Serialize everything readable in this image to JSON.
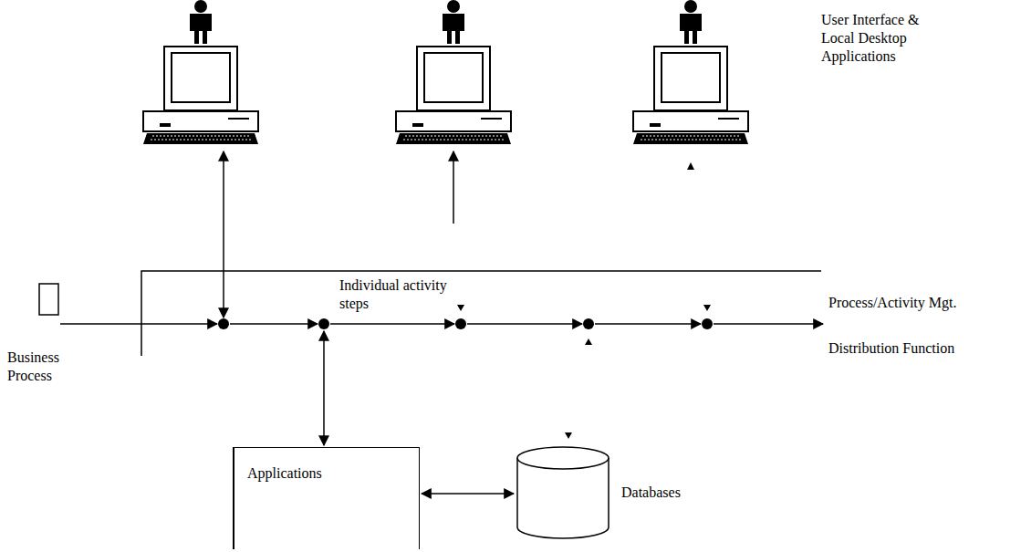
{
  "diagram": {
    "nodes": [
      {
        "text": [
          "Business Process"
        ]
      },
      {
        "text": [
          "Applications"
        ]
      },
      {
        "text": [
          "Databases"
        ]
      }
    ],
    "edges": [
      {
        "from": 1,
        "to": 2,
        "arrow": "both"
      }
    ],
    "labels": [
      "User Interface & Local Desktop Applications",
      "Individual activity steps",
      "Process/Activity Mgt.",
      "Distribution Function"
    ]
  }
}
